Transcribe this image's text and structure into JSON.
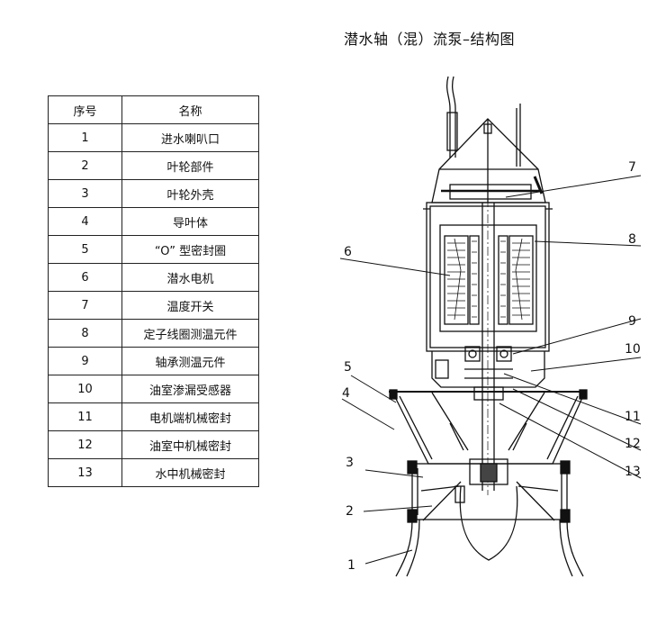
{
  "title": "潜水轴（混）流泵–结构图",
  "table": {
    "header": {
      "num": "序号",
      "name": "名称"
    },
    "rows": [
      {
        "num": "1",
        "name": "进水喇叭口"
      },
      {
        "num": "2",
        "name": "叶轮部件"
      },
      {
        "num": "3",
        "name": "叶轮外壳"
      },
      {
        "num": "4",
        "name": "导叶体"
      },
      {
        "num": "5",
        "name": "“O” 型密封圈"
      },
      {
        "num": "6",
        "name": "潜水电机"
      },
      {
        "num": "7",
        "name": "温度开关"
      },
      {
        "num": "8",
        "name": "定子线圈测温元件"
      },
      {
        "num": "9",
        "name": "轴承测温元件"
      },
      {
        "num": "10",
        "name": "油室渗漏受感器"
      },
      {
        "num": "11",
        "name": "电机端机械密封"
      },
      {
        "num": "12",
        "name": "油室中机械密封"
      },
      {
        "num": "13",
        "name": "水中机械密封"
      }
    ]
  },
  "callouts": [
    "1",
    "2",
    "3",
    "4",
    "5",
    "6",
    "7",
    "8",
    "9",
    "10",
    "11",
    "12",
    "13"
  ]
}
